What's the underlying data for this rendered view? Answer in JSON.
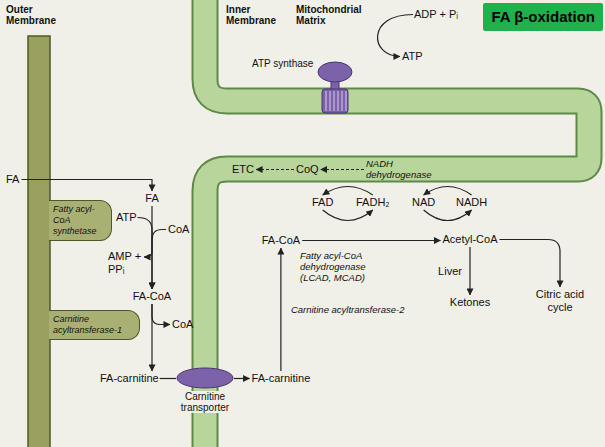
{
  "diagram": {
    "title": "FA β-oxidation",
    "nodes": [
      {
        "text": [
          "ADP + Pᵢ"
        ]
      },
      {
        "text": [
          "ATP synthase"
        ]
      },
      {
        "text": [
          "ATP"
        ]
      },
      {
        "text": [
          "ETC"
        ]
      },
      {
        "text": [
          "CoQ"
        ]
      },
      {
        "text": [
          "NADH dehydrogenase"
        ]
      },
      {
        "text": [
          "FA"
        ]
      },
      {
        "text": [
          "FA"
        ]
      },
      {
        "text": [
          "FAD"
        ]
      },
      {
        "text": [
          "FADH₂"
        ]
      },
      {
        "text": [
          "NAD"
        ]
      },
      {
        "text": [
          "NADH"
        ]
      },
      {
        "text": [
          "ATP"
        ]
      },
      {
        "text": [
          "CoA"
        ]
      },
      {
        "text": [
          "FA-CoA"
        ]
      },
      {
        "text": [
          "Acetyl-CoA"
        ]
      },
      {
        "text": [
          "AMP + PPᵢ"
        ]
      },
      {
        "text": [
          "FA-CoA"
        ]
      },
      {
        "text": [
          "Citric acid cycle"
        ]
      },
      {
        "text": [
          "Ketones"
        ]
      },
      {
        "text": [
          "CoA"
        ]
      },
      {
        "text": [
          "FA-carnitine"
        ]
      },
      {
        "text": [
          "Carnitine transporter"
        ]
      },
      {
        "text": [
          "FA-carnitine"
        ]
      }
    ],
    "edges": [
      {
        "from": 0,
        "to": 2,
        "arrow": "to"
      },
      {
        "from": 5,
        "to": 4,
        "arrow": "to"
      },
      {
        "from": 4,
        "to": 3,
        "arrow": "to"
      },
      {
        "from": 6,
        "to": 7,
        "arrow": "to"
      },
      {
        "from": 7,
        "to": 17,
        "arrow": "to"
      },
      {
        "from": 12,
        "to": 16,
        "arrow": "to"
      },
      {
        "from": 13,
        "to": 17,
        "arrow": "to"
      },
      {
        "from": 17,
        "to": 20,
        "arrow": "to"
      },
      {
        "from": 17,
        "to": 21,
        "arrow": "to"
      },
      {
        "from": 21,
        "to": 22,
        "arrow": "none"
      },
      {
        "from": 22,
        "to": 23,
        "arrow": "to"
      },
      {
        "from": 23,
        "to": 14,
        "label": "Carnitine acyltransferase-2",
        "arrow": "to"
      },
      {
        "from": 14,
        "to": 15,
        "arrow": "to"
      },
      {
        "from": 8,
        "to": 9,
        "arrow": "to"
      },
      {
        "from": 9,
        "to": 8,
        "arrow": "to"
      },
      {
        "from": 10,
        "to": 11,
        "arrow": "to"
      },
      {
        "from": 11,
        "to": 10,
        "arrow": "to"
      },
      {
        "from": 15,
        "to": 19,
        "label": "Liver",
        "arrow": "to"
      },
      {
        "from": 15,
        "to": 18,
        "arrow": "to"
      }
    ],
    "labels": [
      "Outer Membrane",
      "Inner Membrane",
      "Mitochondrial Matrix",
      "Fatty acyl-CoA synthetase",
      "Carnitine acyltransferase-1",
      "Fatty acyl-CoA dehydrogenase (LCAD, MCAD)"
    ]
  }
}
